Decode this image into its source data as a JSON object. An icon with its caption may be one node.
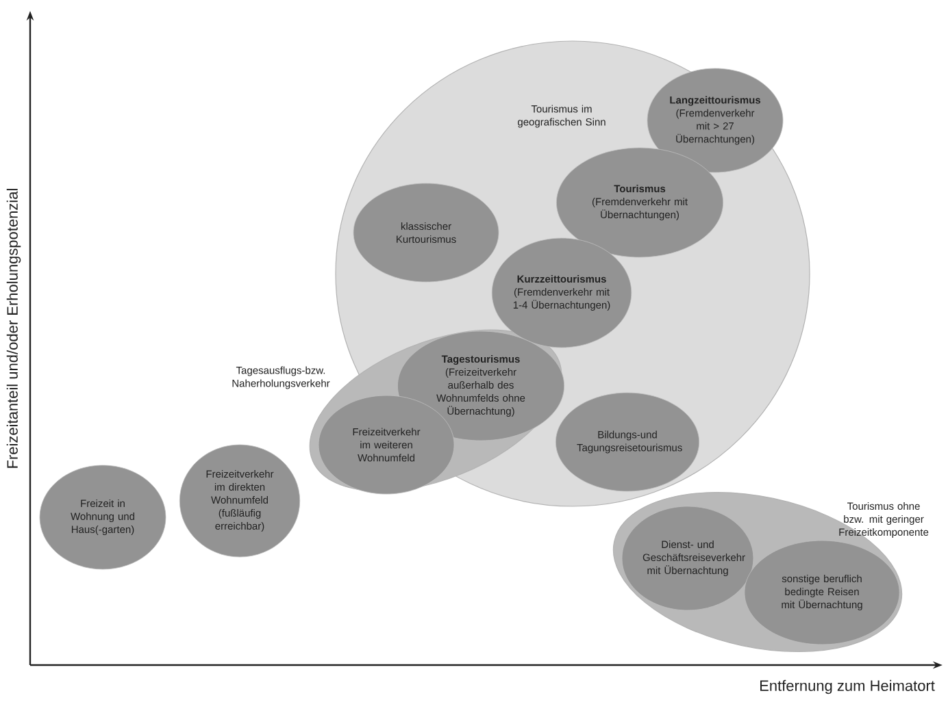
{
  "diagram": {
    "nodes": [
      {
        "text": [
          "Tourismus im geografischen Sinn"
        ]
      },
      {
        "text": [
          "Langzeittourismus",
          "(Fremdenverkehr mit > 27 Übernachtungen)"
        ],
        "in": 0
      },
      {
        "text": [
          "klassischer Kurtourismus"
        ],
        "in": 0
      },
      {
        "text": [
          "Tourismus",
          "(Fremdenverkehr mit Übernachtungen)"
        ],
        "in": 0
      },
      {
        "text": [
          "Kurzzeittourismus",
          "(Fremdenverkehr mit 1-4 Übernachtungen)"
        ],
        "in": 0
      },
      {
        "text": [
          "Tagesausflugs-bzw. Naherholungsverkehr"
        ]
      },
      {
        "text": [
          "Tagestourismus",
          "(Freizeitverkehr außerhalb des Wohnumfelds ohne Übernachtung)"
        ],
        "in": 5
      },
      {
        "text": [
          "Freizeitverkehr im weiteren Wohnumfeld"
        ],
        "in": 5
      },
      {
        "text": [
          "Bildungs-und Tagungsreisetourismus"
        ],
        "in": 0
      },
      {
        "text": [
          "Freizeit in Wohnung und Haus(-garten)"
        ]
      },
      {
        "text": [
          "Freizeitverkehr im direkten Wohnumfeld (fußläufig erreichbar)"
        ]
      },
      {
        "text": [
          "Tourismus ohne bzw. mit geringer Freizeitkomponente"
        ]
      },
      {
        "text": [
          "Dienst- und Geschäftsreiseverkehr mit Übernachtung"
        ],
        "in": 11
      },
      {
        "text": [
          "sonstige beruflich bedingte Reisen mit Übernachtung"
        ],
        "in": 11
      }
    ],
    "labels": [
      "Freizeitanteil und/oder Erholungspotenzial",
      "Entfernung zum Heimatort"
    ]
  }
}
